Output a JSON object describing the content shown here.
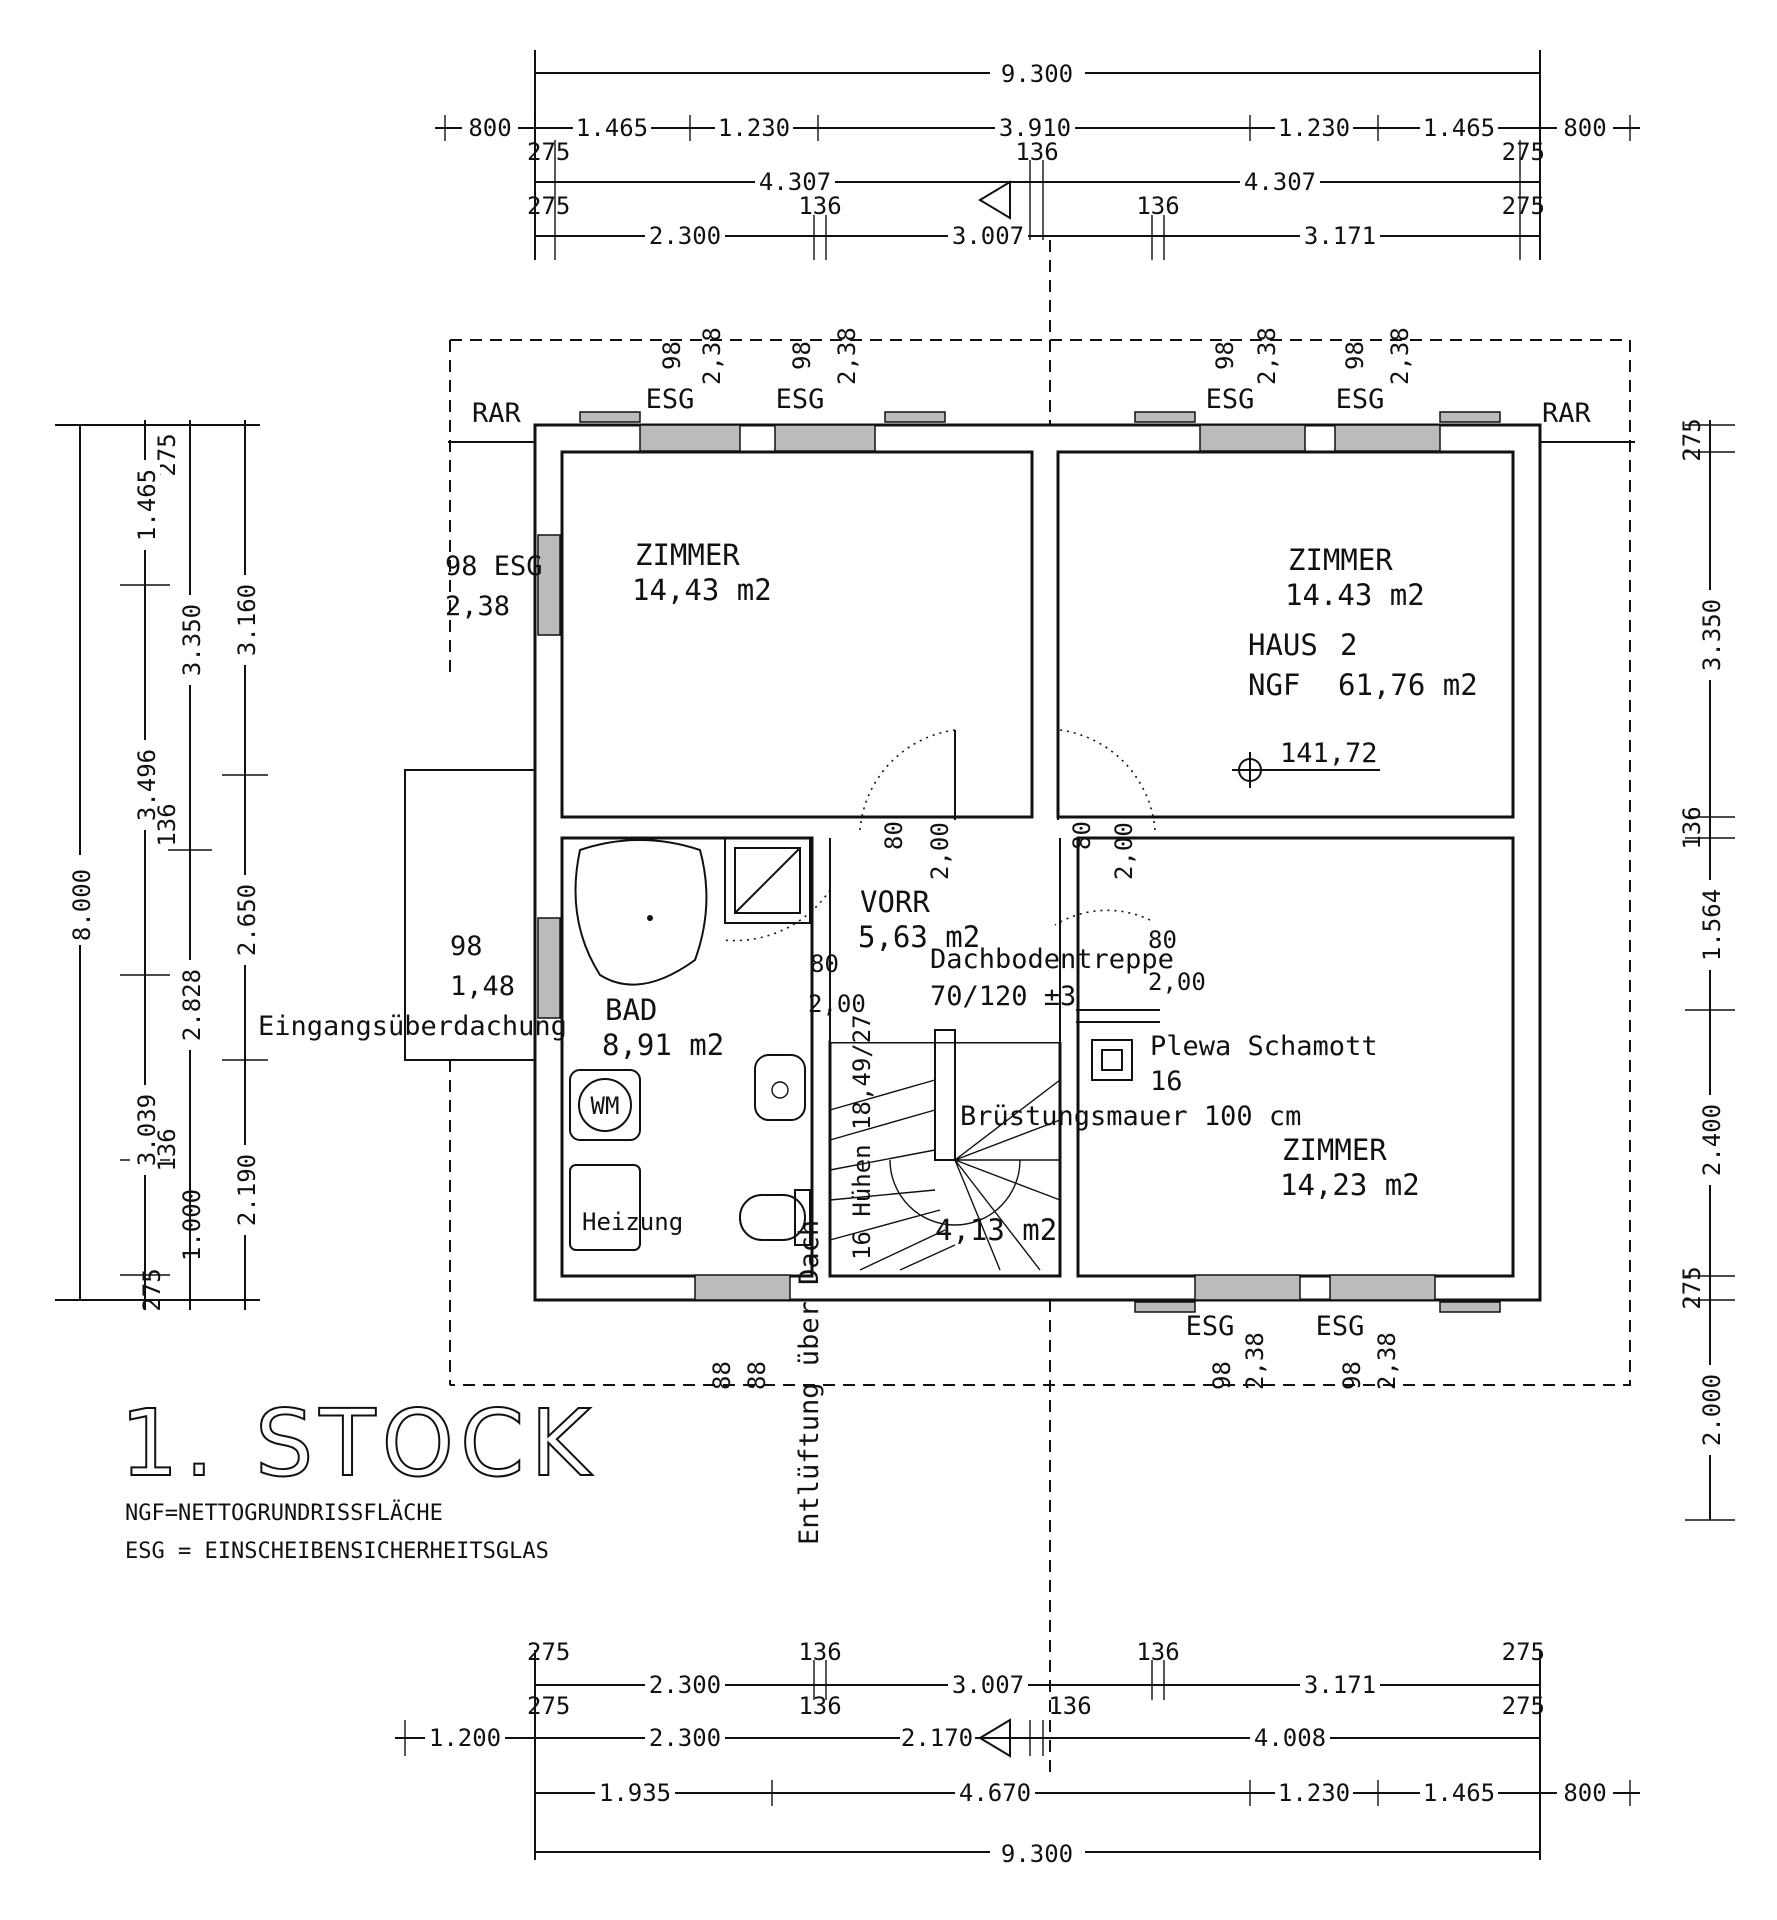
{
  "colors": {
    "ink": "#111111",
    "paper": "#ffffff",
    "glass": "#bbbbbb"
  },
  "dimensions": {
    "top": {
      "overall": "9.300",
      "row2": [
        "800",
        "1.465",
        "1.230",
        "3.910",
        "1.230",
        "1.465",
        "800"
      ],
      "row3": [
        "275",
        "4.307",
        "136",
        "4.307",
        "275"
      ],
      "row4": [
        "275",
        "2.300",
        "136",
        "3.007",
        "136",
        "3.171",
        "275"
      ]
    },
    "bottom": {
      "row1": [
        "275",
        "2.300",
        "136",
        "3.007",
        "136",
        "3.171",
        "275"
      ],
      "row2": [
        "1.200",
        "275",
        "2.300",
        "136",
        "2.170",
        "136",
        "4.008",
        "275"
      ],
      "row3": [
        "1.935",
        "4.670",
        "1.230",
        "1.465",
        "800"
      ],
      "overall": "9.300"
    },
    "left": {
      "overall": "8.000",
      "col_a": [
        "275",
        "1.465",
        "3.496",
        "136",
        "3.039",
        "136",
        "1.000",
        "275"
      ],
      "col_b": [
        "3.350",
        "2.828"
      ],
      "col_c": [
        "3.160",
        "2.650",
        "2.190"
      ]
    },
    "right": [
      "275",
      "3.350",
      "136",
      "1.564",
      "2.400",
      "275",
      "2.000"
    ]
  },
  "windows": {
    "label": "ESG",
    "width": "98",
    "height": "2,38",
    "bad_width": "88",
    "bad_height": "88",
    "rar": "RAR"
  },
  "rooms": {
    "zimmer_nw": {
      "name": "ZIMMER",
      "area": "14,43 m2"
    },
    "zimmer_ne": {
      "name": "ZIMMER",
      "area": "14.43 m2"
    },
    "zimmer_se": {
      "name": "ZIMMER",
      "area": "14,23 m2"
    },
    "vorr": {
      "name": "VORR",
      "area": "5,63 m2"
    },
    "bad": {
      "name": "BAD",
      "area": "8,91 m2"
    },
    "stair": {
      "area": "4,13 m2",
      "steps": "16 Hühen 18,49/27"
    }
  },
  "house": {
    "haus_label": "HAUS",
    "haus_number": "2",
    "ngf_label": "NGF",
    "ngf_value": "61,76 m2",
    "level": "141,72"
  },
  "doors": {
    "width": "80",
    "height": "2,00"
  },
  "fixtures": {
    "washer": "WM",
    "heating": "Heizung",
    "attic_stair": "Dachbodentreppe",
    "attic_stair_size": "70/120 ±3",
    "chimney": "Plewa Schamott",
    "chimney_size": "16",
    "ceiling": "Brüstungsmauer 100 cm",
    "canopy": "Eingangsüberdachung",
    "canopy_w": "98",
    "canopy_h": "1,48",
    "side_window": "98 ESG",
    "side_window_h": "2,38",
    "vent": "Entlüftung über Dach"
  },
  "title": {
    "main": "1. STOCK",
    "legend_1": "NGF=NETTOGRUNDRISSFLÄCHE",
    "legend_2": "ESG = EINSCHEIBENSICHERHEITSGLAS"
  }
}
